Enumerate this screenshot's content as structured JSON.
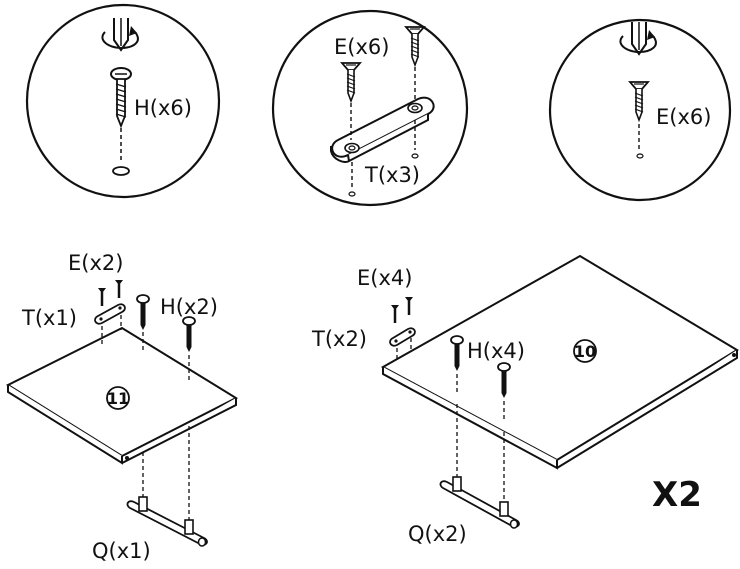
{
  "detail_left": {
    "label": "H(x6)"
  },
  "detail_middle": {
    "label_screw": "E(x6)",
    "label_plate": "T(x3)"
  },
  "detail_right": {
    "label": "E(x6)"
  },
  "panel_11": {
    "number": "11",
    "label_screw_small": "E(x2)",
    "label_plate": "T(x1)",
    "label_screw_large": "H(x2)",
    "label_handle": "Q(x1)"
  },
  "panel_10": {
    "number": "10",
    "label_screw_small": "E(x4)",
    "label_plate": "T(x2)",
    "label_screw_large": "H(x4)",
    "label_handle": "Q(x2)"
  },
  "multiplier": "X2"
}
